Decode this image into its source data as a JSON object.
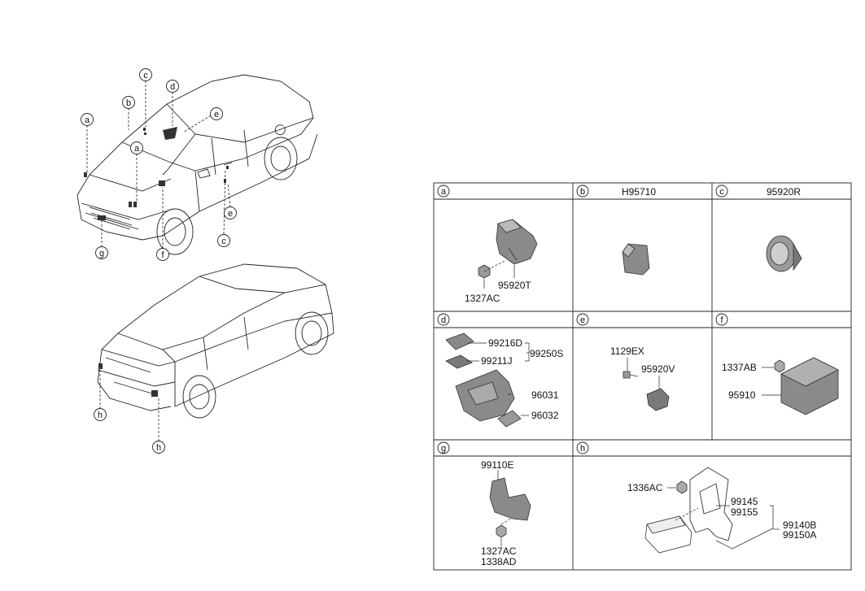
{
  "callouts": {
    "a": "a",
    "b": "b",
    "c": "c",
    "d": "d",
    "e": "e",
    "f": "f",
    "g": "g",
    "h": "h"
  },
  "cells": {
    "a": {
      "letter": "a",
      "header": "",
      "parts": [
        "95920T",
        "1327AC"
      ]
    },
    "b": {
      "letter": "b",
      "header": "H95710"
    },
    "c": {
      "letter": "c",
      "header": "95920R"
    },
    "d": {
      "letter": "d",
      "header": "",
      "parts": [
        "99216D",
        "99211J",
        "99250S",
        "96031",
        "96032"
      ]
    },
    "e": {
      "letter": "e",
      "header": "",
      "parts": [
        "1129EX",
        "95920V"
      ]
    },
    "f": {
      "letter": "f",
      "header": "",
      "parts": [
        "1337AB",
        "95910"
      ]
    },
    "g": {
      "letter": "g",
      "header": "",
      "parts": [
        "99110E",
        "1327AC",
        "1338AD"
      ]
    },
    "h": {
      "letter": "h",
      "header": "",
      "parts": [
        "1336AC",
        "99145",
        "99155",
        "99140B",
        "99150A"
      ]
    }
  },
  "colors": {
    "line": "#222222",
    "part_fill": "#8a8a8a",
    "part_dark": "#555555"
  }
}
